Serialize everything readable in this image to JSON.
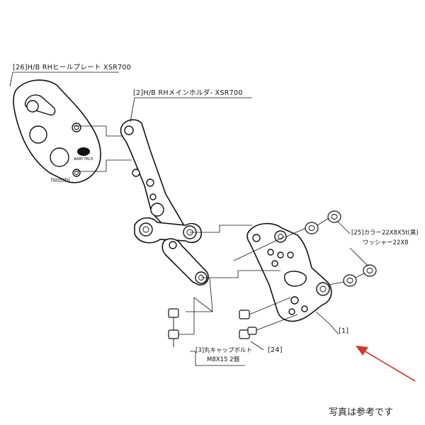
{
  "labels": {
    "heel_plate": "[26]H/B RHヒールプレート XSR700",
    "main_holder": "[2]H/B RHメインホルダ- XSR700",
    "collar_line1": "[25]カラー22X8X5t(黒)",
    "collar_line2": "ワッシャー22X8",
    "bolt_line1": "[3]丸キャップボルト",
    "bolt_line2": "M8X15 2個",
    "part24": "[24]",
    "part1": "[1]"
  },
  "watermark": "hiroshi",
  "logo_text": "BABY FACE",
  "note": "写真は参考です",
  "colors": {
    "line": "#111111",
    "arrow": "#d03a2a",
    "background": "#ffffff"
  }
}
